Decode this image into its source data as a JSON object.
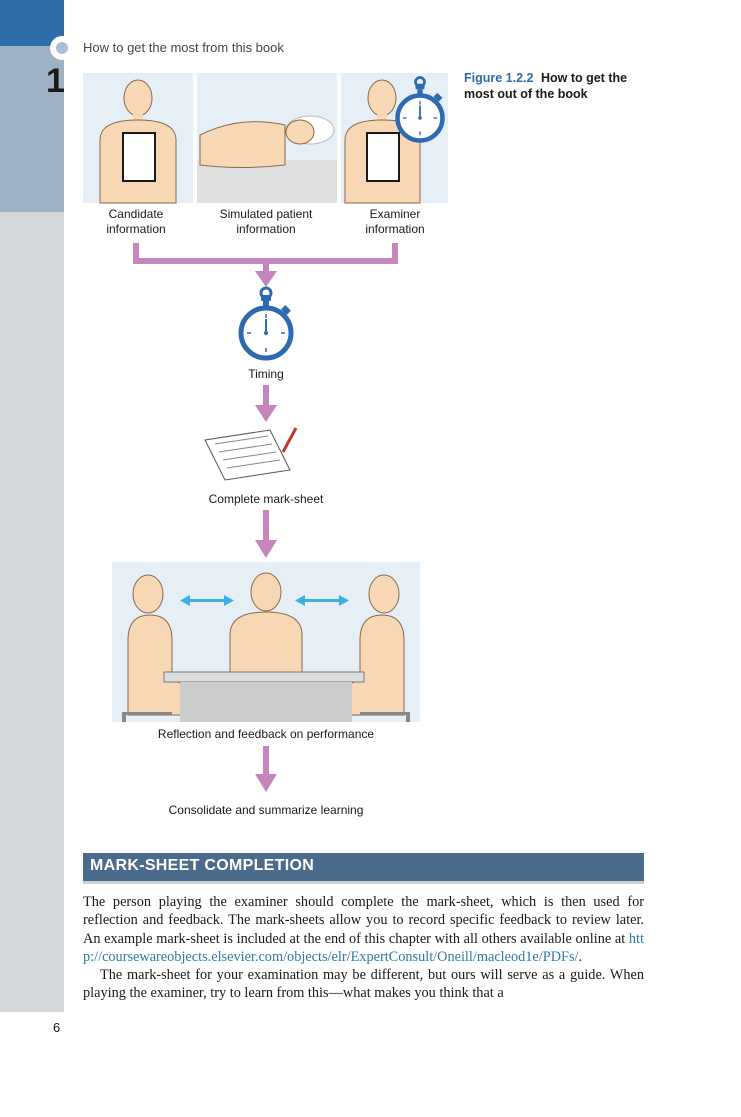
{
  "page": {
    "chapter_number": "1",
    "page_number": "6",
    "running_head": "How to get the most from this book"
  },
  "figure": {
    "number": "Figure 1.2.2",
    "caption": "How to get the most out of the book",
    "labels": {
      "candidate_line1": "Candidate",
      "candidate_line2": "information",
      "patient_line1": "Simulated patient",
      "patient_line2": "information",
      "examiner_line1": "Examiner",
      "examiner_line2": "information",
      "timing": "Timing",
      "marksheet": "Complete mark-sheet",
      "reflection": "Reflection and feedback on performance",
      "consolidate": "Consolidate and summarize learning"
    },
    "icons": [
      "person-icon",
      "patient-bed-icon",
      "stopwatch-icon",
      "mark-sheet-icon",
      "pen-icon",
      "two-way-arrow-icon"
    ],
    "colors": {
      "flow_arrow": "#c585bd",
      "stopwatch": "#2e6ab0",
      "skin": "#f8d7b4",
      "feedback_arrow": "#3cb0e0",
      "panel_bg": "#e6eef6"
    }
  },
  "section": {
    "title": "MARK-SHEET COMPLETION"
  },
  "body": {
    "p1_text": "The person playing the examiner should complete the mark-sheet, which is then used for reflection and feedback. The mark-sheets allow you to record specific feedback to review later. An example mark-sheet is included at the end of this chapter with all others available online at ",
    "p1_link": "http://coursewareobjects.elsevier.com/objects/elr/ExpertConsult/Oneill/macleod1e/PDFs/",
    "p1_end": ".",
    "p2_text": "The mark-sheet for your examination may be different, but ours will serve as a guide. When playing the examiner, try to learn from this—what makes you think that a"
  }
}
